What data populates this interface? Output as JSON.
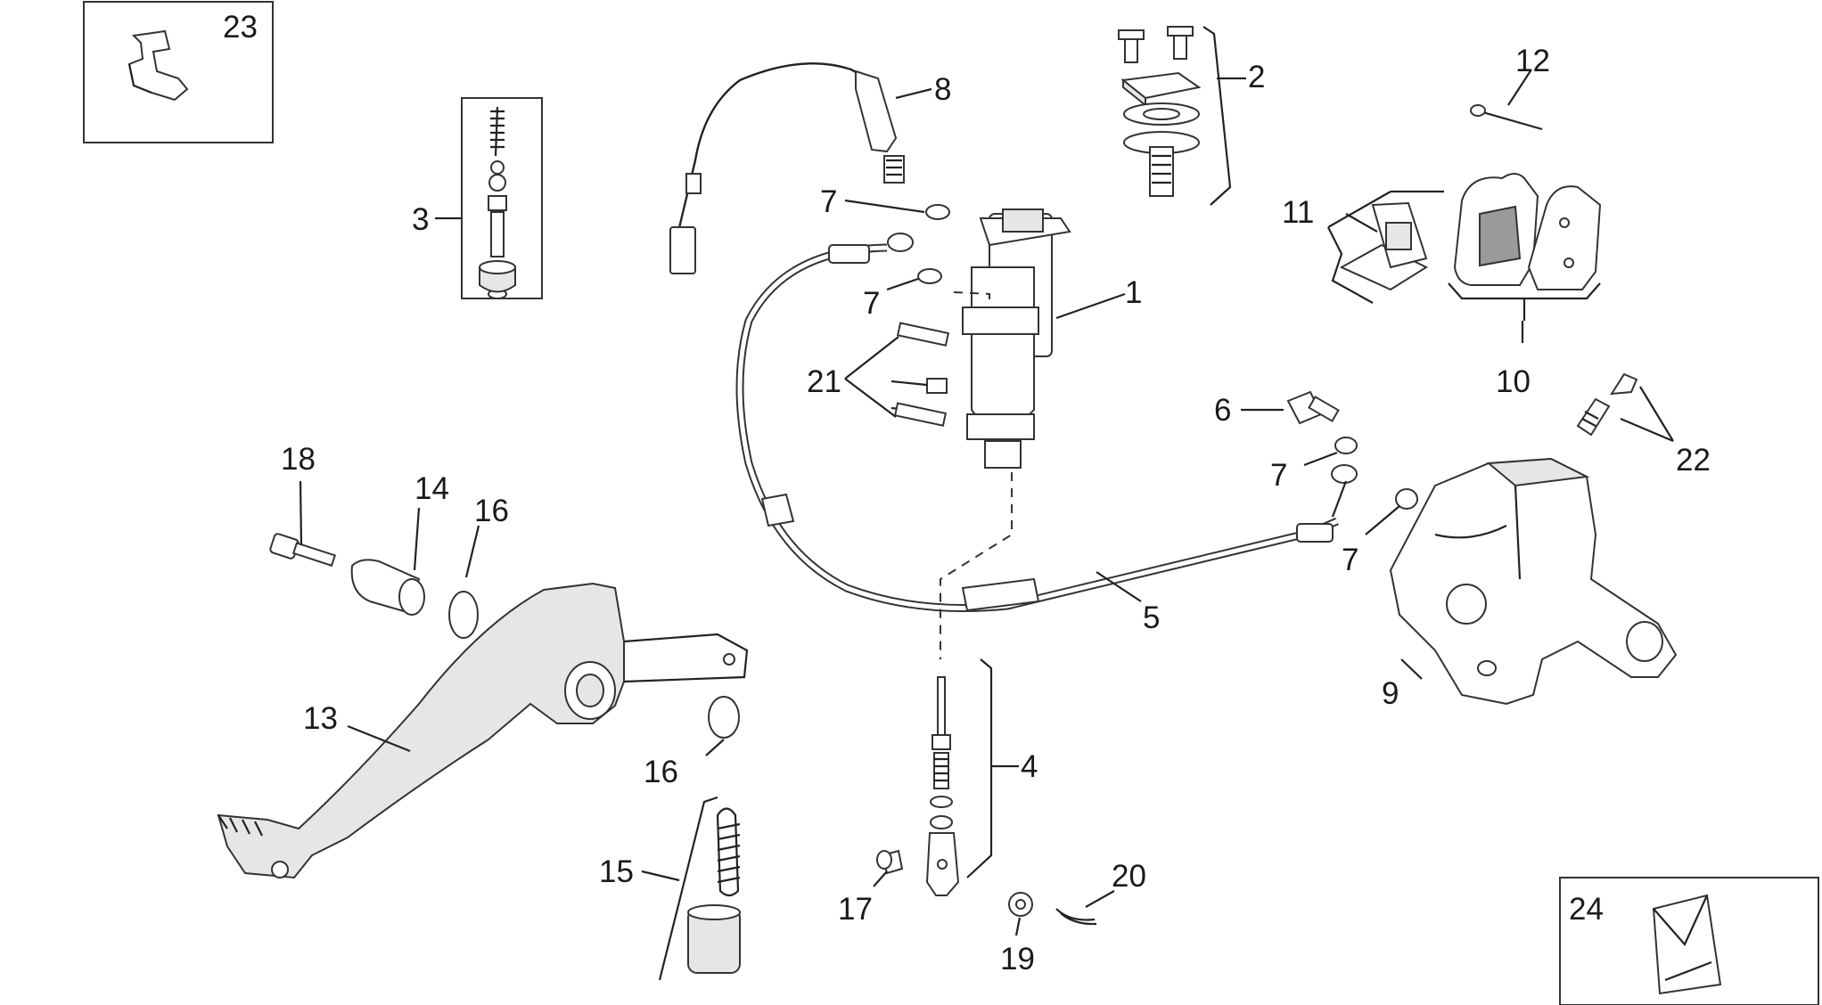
{
  "callouts": [
    {
      "id": "c1",
      "text": "1"
    },
    {
      "id": "c2",
      "text": "2"
    },
    {
      "id": "c3",
      "text": "3"
    },
    {
      "id": "c4",
      "text": "4"
    },
    {
      "id": "c5",
      "text": "5"
    },
    {
      "id": "c6",
      "text": "6"
    },
    {
      "id": "c7a",
      "text": "7"
    },
    {
      "id": "c7b",
      "text": "7"
    },
    {
      "id": "c7c",
      "text": "7"
    },
    {
      "id": "c7d",
      "text": "7"
    },
    {
      "id": "c8",
      "text": "8"
    },
    {
      "id": "c9",
      "text": "9"
    },
    {
      "id": "c10",
      "text": "10"
    },
    {
      "id": "c11",
      "text": "11"
    },
    {
      "id": "c12",
      "text": "12"
    },
    {
      "id": "c13",
      "text": "13"
    },
    {
      "id": "c14",
      "text": "14"
    },
    {
      "id": "c15",
      "text": "15"
    },
    {
      "id": "c16a",
      "text": "16"
    },
    {
      "id": "c16b",
      "text": "16"
    },
    {
      "id": "c17",
      "text": "17"
    },
    {
      "id": "c18",
      "text": "18"
    },
    {
      "id": "c19",
      "text": "19"
    },
    {
      "id": "c20",
      "text": "20"
    },
    {
      "id": "c21",
      "text": "21"
    },
    {
      "id": "c22",
      "text": "22"
    },
    {
      "id": "c23",
      "text": "23"
    },
    {
      "id": "c24",
      "text": "24"
    }
  ]
}
